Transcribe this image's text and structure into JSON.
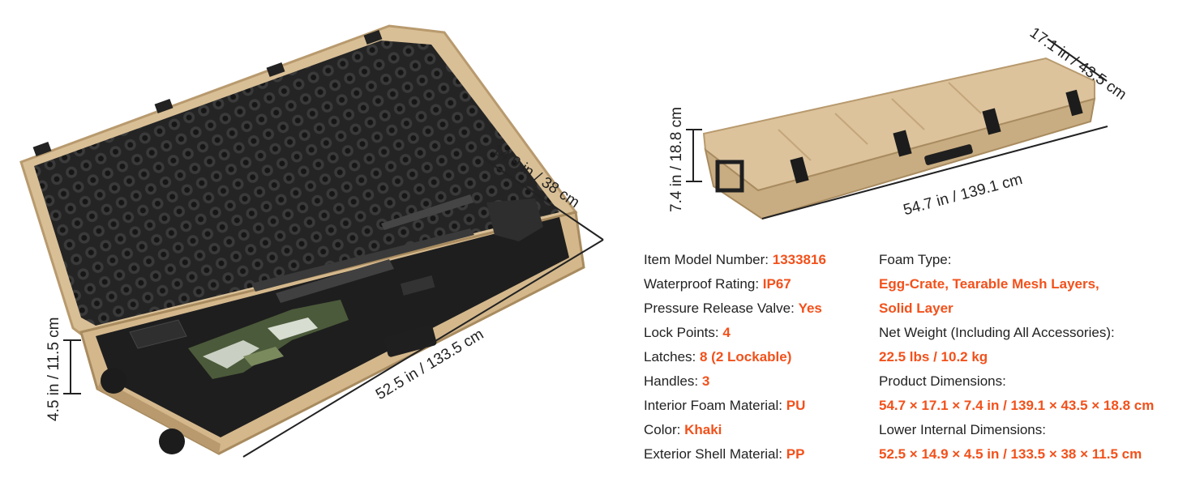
{
  "dimensions": {
    "open_case_width": "14.9 in / 38 cm",
    "open_case_length": "52.5 in / 133.5 cm",
    "open_case_depth": "4.5 in / 11.5 cm",
    "closed_case_width": "17.1 in / 43.5 cm",
    "closed_case_length": "54.7 in / 139.1 cm",
    "closed_case_height": "7.4 in / 18.8 cm"
  },
  "specs_left": [
    {
      "label": "Item Model Number: ",
      "value": "1333816"
    },
    {
      "label": "Waterproof Rating: ",
      "value": "IP67"
    },
    {
      "label": "Pressure Release Valve: ",
      "value": "Yes"
    },
    {
      "label": "Lock Points: ",
      "value": "4"
    },
    {
      "label": "Latches: ",
      "value": "8 (2 Lockable)"
    },
    {
      "label": "Handles: ",
      "value": "3"
    },
    {
      "label": "Interior Foam Material: ",
      "value": "PU"
    },
    {
      "label": "Color: ",
      "value": "Khaki"
    },
    {
      "label": "Exterior Shell Material: ",
      "value": "PP"
    }
  ],
  "specs_right": {
    "foam_type_label": "Foam Type:",
    "foam_type_value_1": "Egg-Crate, Tearable Mesh Layers,",
    "foam_type_value_2": "Solid Layer",
    "net_weight_label": "Net Weight (Including All Accessories):",
    "net_weight_value": "22.5 lbs / 10.2 kg",
    "product_dim_label": "Product Dimensions:",
    "product_dim_value": "54.7 × 17.1 × 7.4 in / 139.1 × 43.5 × 18.8 cm",
    "lower_dim_label": "Lower Internal Dimensions:",
    "lower_dim_value": "52.5 × 14.9 × 4.5 in / 133.5 × 38 × 11.5 cm"
  },
  "colors": {
    "accent": "#f2511b",
    "case_khaki": "#d9bf96",
    "case_khaki_dark": "#b89a6e",
    "foam": "#2a2a2a",
    "text": "#222222"
  },
  "icons": [
    "open-case-illustration",
    "closed-case-illustration",
    "rifle-illustration"
  ]
}
